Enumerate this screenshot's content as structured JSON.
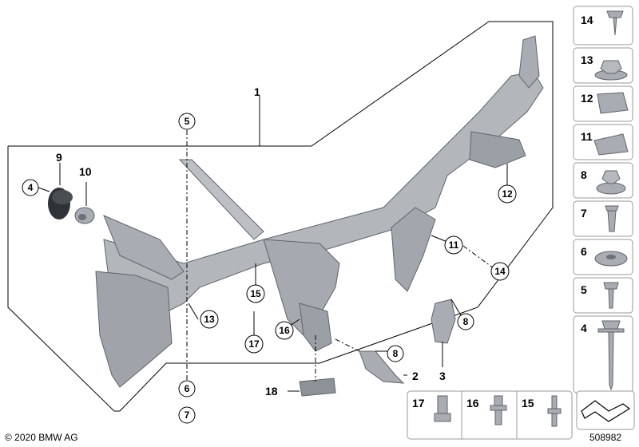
{
  "callouts": {
    "c1": "1",
    "c2": "2",
    "c3": "3",
    "c4": "4",
    "c5": "5",
    "c6": "6",
    "c7": "7",
    "c8": "8",
    "c9": "9",
    "c10": "10",
    "c11": "11",
    "c12": "12",
    "c13": "13",
    "c14": "14",
    "c15": "15",
    "c16": "16",
    "c17": "17",
    "c18": "18"
  },
  "side_parts": [
    "14",
    "13",
    "12",
    "11",
    "8",
    "7",
    "6",
    "5",
    "4"
  ],
  "bottom_parts": [
    "17",
    "16",
    "15"
  ],
  "footer": {
    "copyright": "© 2020 BMW AG",
    "diagram_number": "508982"
  },
  "colors": {
    "part_gray": "#a9adb3",
    "part_dark": "#7d8288",
    "part_light": "#c8cbcf",
    "outline": "#000000",
    "box_border": "#9a9a9a"
  }
}
